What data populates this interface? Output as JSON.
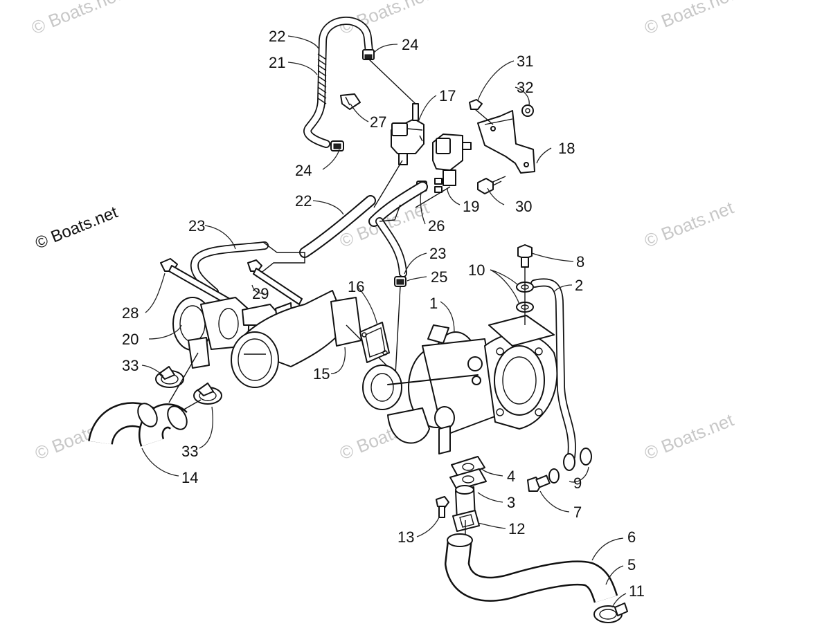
{
  "watermarks": {
    "text": "© Boats.net",
    "attribution": "© Boats.net"
  },
  "callouts": {
    "c1": "1",
    "c2": "2",
    "c3": "3",
    "c4": "4",
    "c5": "5",
    "c6": "6",
    "c7": "7",
    "c8": "8",
    "c9": "9",
    "c10": "10",
    "c11": "11",
    "c12": "12",
    "c13": "13",
    "c14": "14",
    "c15": "15",
    "c16": "16",
    "c17": "17",
    "c18": "18",
    "c19": "19",
    "c20": "20",
    "c21": "21",
    "c22a": "22",
    "c22b": "22",
    "c23a": "23",
    "c23b": "23",
    "c24a": "24",
    "c24b": "24",
    "c25": "25",
    "c26": "26",
    "c27": "27",
    "c28": "28",
    "c29": "29",
    "c30": "30",
    "c31": "31",
    "c32": "32",
    "c33a": "33",
    "c33b": "33"
  }
}
